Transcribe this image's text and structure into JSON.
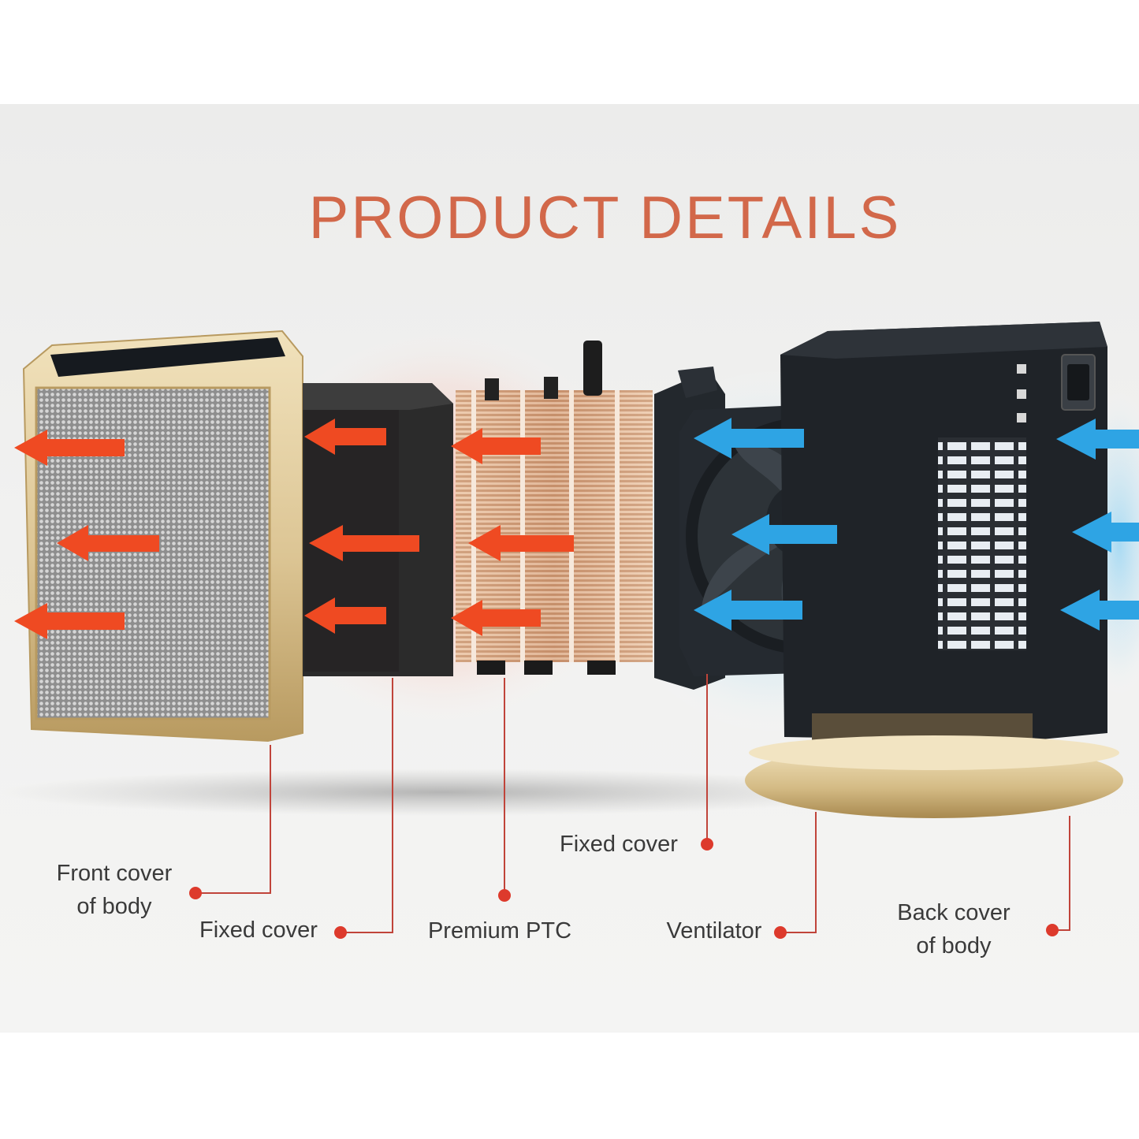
{
  "title": "PRODUCT DETAILS",
  "colors": {
    "title": "#d2684a",
    "hot_arrow": "#ef4a22",
    "cool_arrow": "#2ea4e4",
    "callout_line": "#c0443a",
    "callout_dot": "#dd3a2c",
    "gold_frame": "#d8c08e",
    "housing": "#1f2328"
  },
  "labels": {
    "front_cover": {
      "line1": "Front cover",
      "line2": "of body"
    },
    "fixed_cover_front": "Fixed cover",
    "premium_ptc": "Premium PTC",
    "fixed_cover_back": "Fixed cover",
    "ventilator": "Ventilator",
    "back_cover": {
      "line1": "Back cover",
      "line2": "of body"
    }
  },
  "icons": {
    "hot_air": "left-arrow-icon",
    "cool_air": "left-arrow-icon",
    "rocker_switch": "power-switch-icon",
    "fan": "fan-icon"
  }
}
